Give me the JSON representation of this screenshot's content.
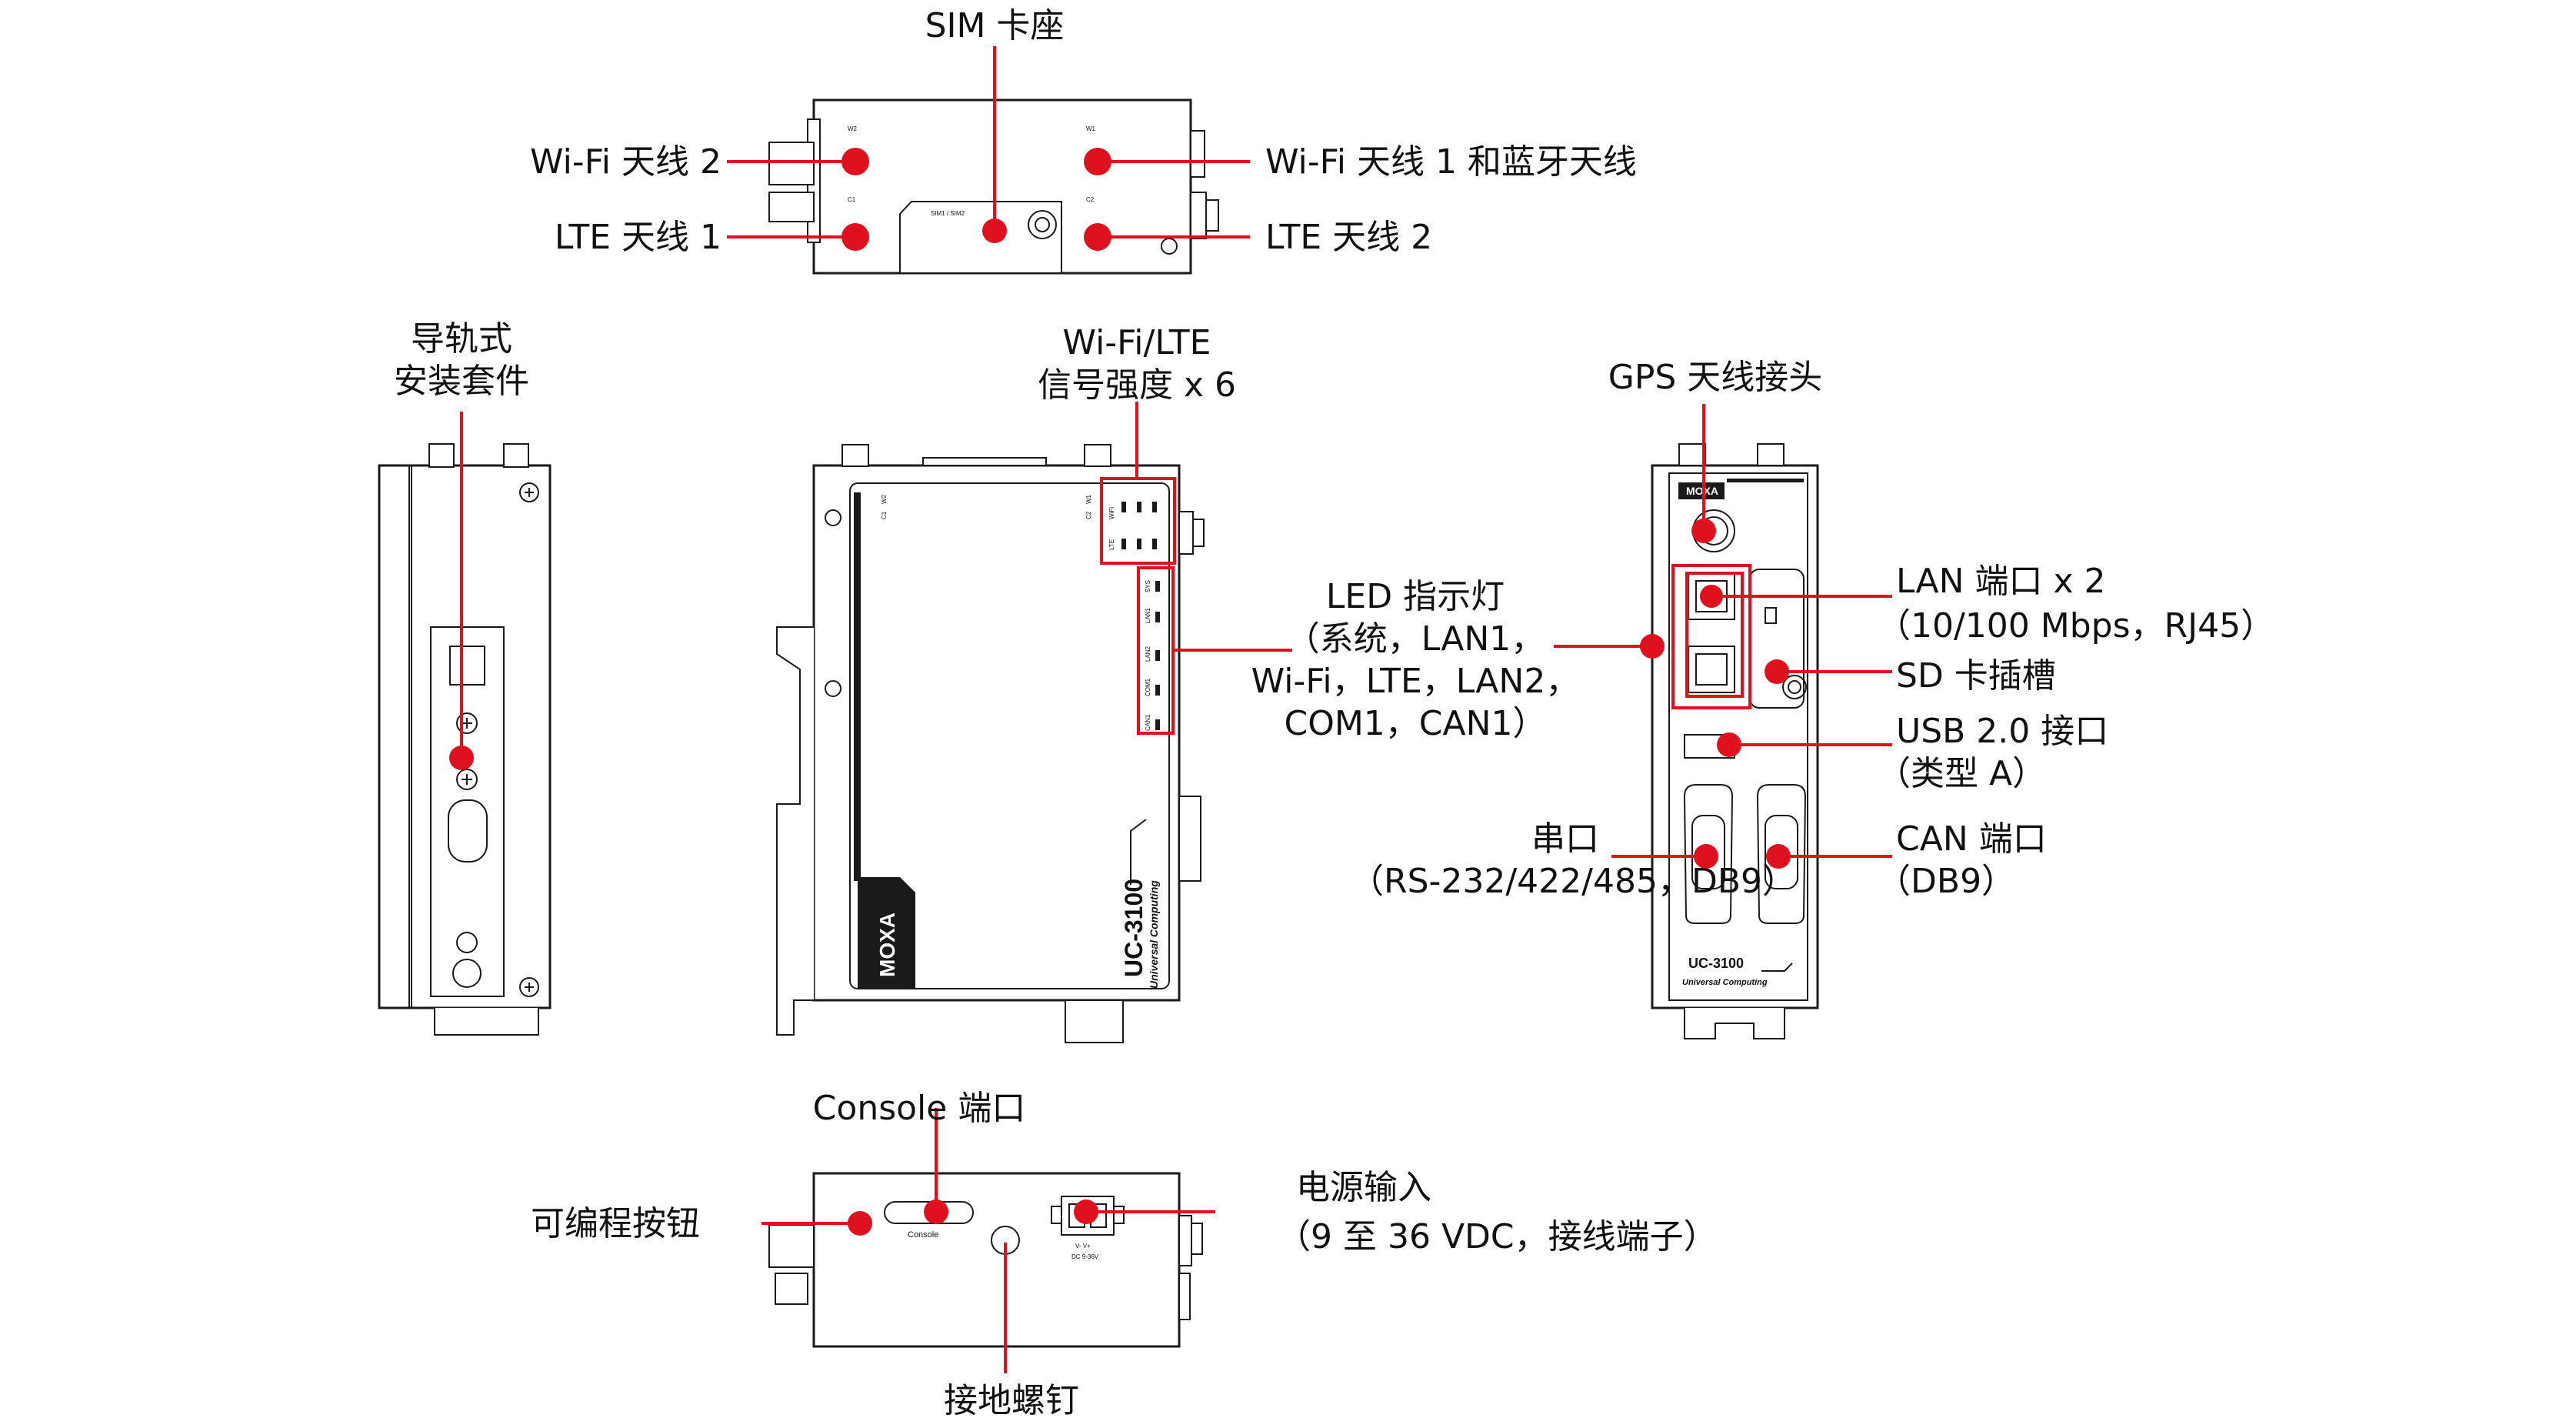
{
  "colors": {
    "accent": "#e0111e",
    "outline": "#1a1a1a",
    "background": "#ffffff"
  },
  "callouts": {
    "sim_slot": "SIM 卡座",
    "wifi_ant2": "Wi-Fi 天线 2",
    "lte_ant1": "LTE 天线 1",
    "wifi_ant1_bt": "Wi-Fi 天线 1 和蓝牙天线",
    "lte_ant2": "LTE 天线 2",
    "din_rail_1": "导轨式",
    "din_rail_2": "安装套件",
    "signal_1": "Wi-Fi/LTE",
    "signal_2": "信号强度 x 6",
    "gps": "GPS 天线接头",
    "led_1": "LED 指示灯",
    "led_2": "（系统，LAN1，",
    "led_3": "Wi-Fi，LTE，LAN2，",
    "led_4": "COM1，CAN1）",
    "lan_1": "LAN 端口 x 2",
    "lan_2": "（10/100 Mbps，RJ45）",
    "sd": "SD 卡插槽",
    "usb_1": "USB 2.0 接口",
    "usb_2": "（类型 A）",
    "serial_1": "串口",
    "serial_2": "（RS-232/422/485，DB9）",
    "can_1": "CAN 端口",
    "can_2": "（DB9）",
    "console": "Console 端口",
    "prog_button": "可编程按钮",
    "power_1": "电源输入",
    "power_2": "（9 至 36 VDC，接线端子）",
    "ground": "接地螺钉"
  },
  "device_text": {
    "brand": "MOXA",
    "model": "UC-3100",
    "tagline": "Universal Computing",
    "top_w2": "W2",
    "top_w1": "W1",
    "top_c1": "C1",
    "top_c2": "C2",
    "top_sim": "SIM1 / SIM2",
    "front_c1": "C1",
    "front_w2": "W2",
    "front_w1": "W1",
    "front_c2": "C2",
    "front_wifi": "WiFi",
    "front_lte": "LTE",
    "led_sys": "SYS",
    "led_lan1": "LAN1",
    "led_lan2": "LAN2",
    "led_com1": "COM1",
    "led_can1": "CAN1",
    "console_label": "Console",
    "power_terminal": "V-  V+",
    "power_rating": "DC 9-36V"
  }
}
